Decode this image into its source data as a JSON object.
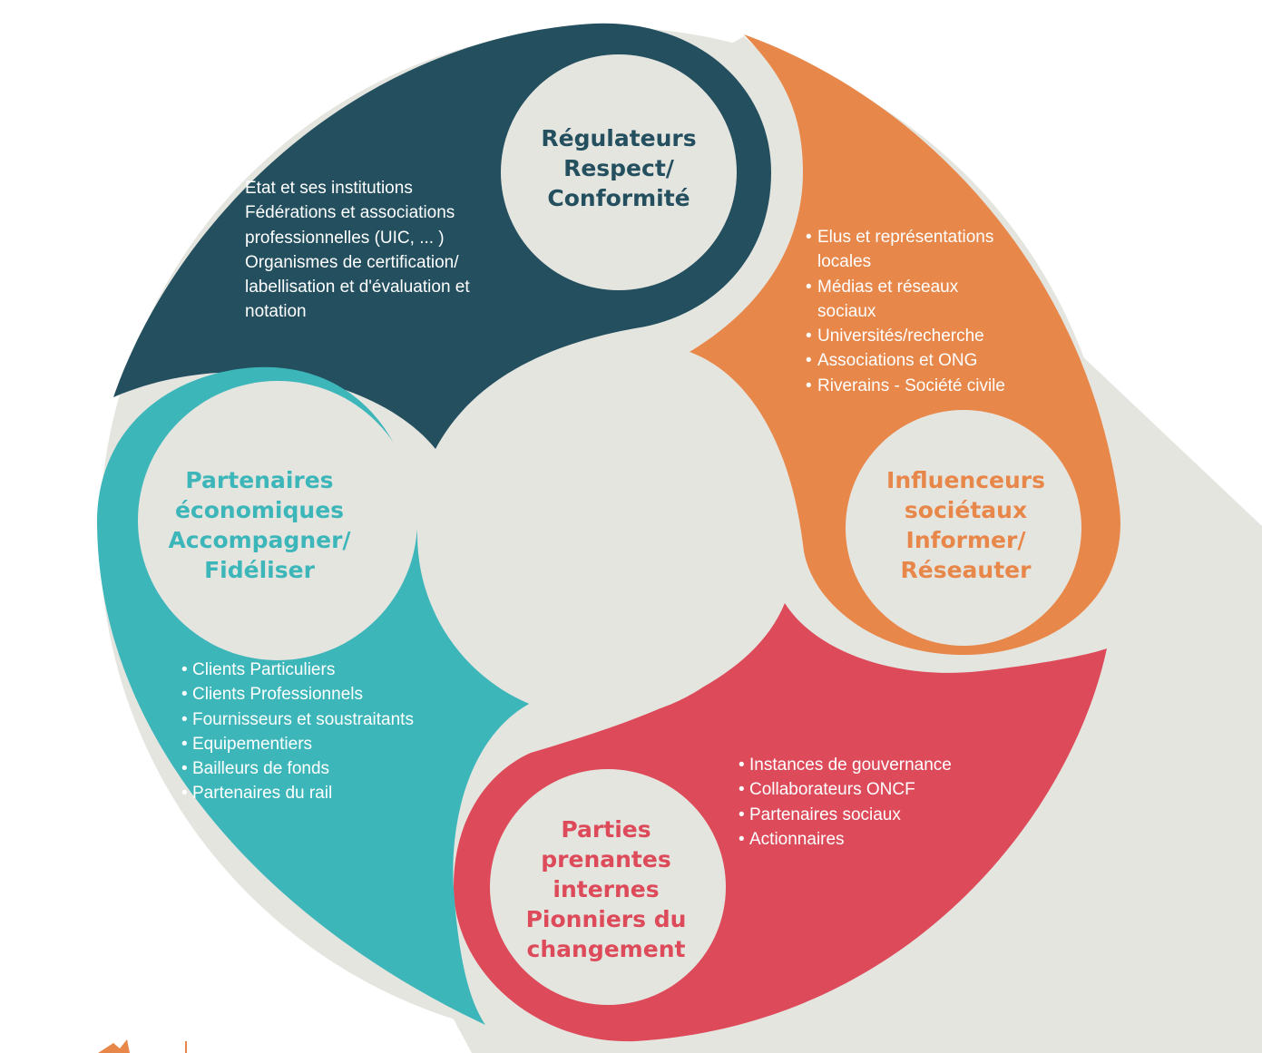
{
  "colors": {
    "regulateurs": "#234F5F",
    "influenceurs": "#E8874A",
    "internes": "#DD4B5B",
    "partenaires": "#3DB6BA",
    "background": "#E5E5E0"
  },
  "regulateurs": {
    "title": [
      "Régulateurs",
      "Respect/",
      "Conformité"
    ],
    "items": [
      "Etat et ses institutions",
      "Fédérations et associations",
      "professionnelles (UIC, ... )",
      "Organismes de certification/",
      "labellisation et d'évaluation et",
      "notation"
    ]
  },
  "influenceurs": {
    "title": [
      "Influenceurs",
      "sociétaux",
      "Informer/",
      "Réseauter"
    ],
    "items": [
      "Elus et représentations",
      "locales",
      "Médias et réseaux",
      "sociaux",
      "Universités/recherche",
      "Associations et ONG",
      "Riverains - Société civile"
    ]
  },
  "partenaires": {
    "title": [
      "Partenaires",
      "économiques",
      "Accompagner/",
      "Fidéliser"
    ],
    "items": [
      "Clients Particuliers",
      "Clients Professionnels",
      "Fournisseurs et soustraitants",
      "Equipementiers",
      "Bailleurs de fonds",
      "Partenaires du rail"
    ]
  },
  "internes": {
    "title": [
      "Parties",
      "prenantes",
      "internes",
      "Pionniers du",
      "changement"
    ],
    "items": [
      "Instances de gouvernance",
      "Collaborateurs ONCF",
      "Partenaires sociaux",
      "Actionnaires"
    ]
  }
}
